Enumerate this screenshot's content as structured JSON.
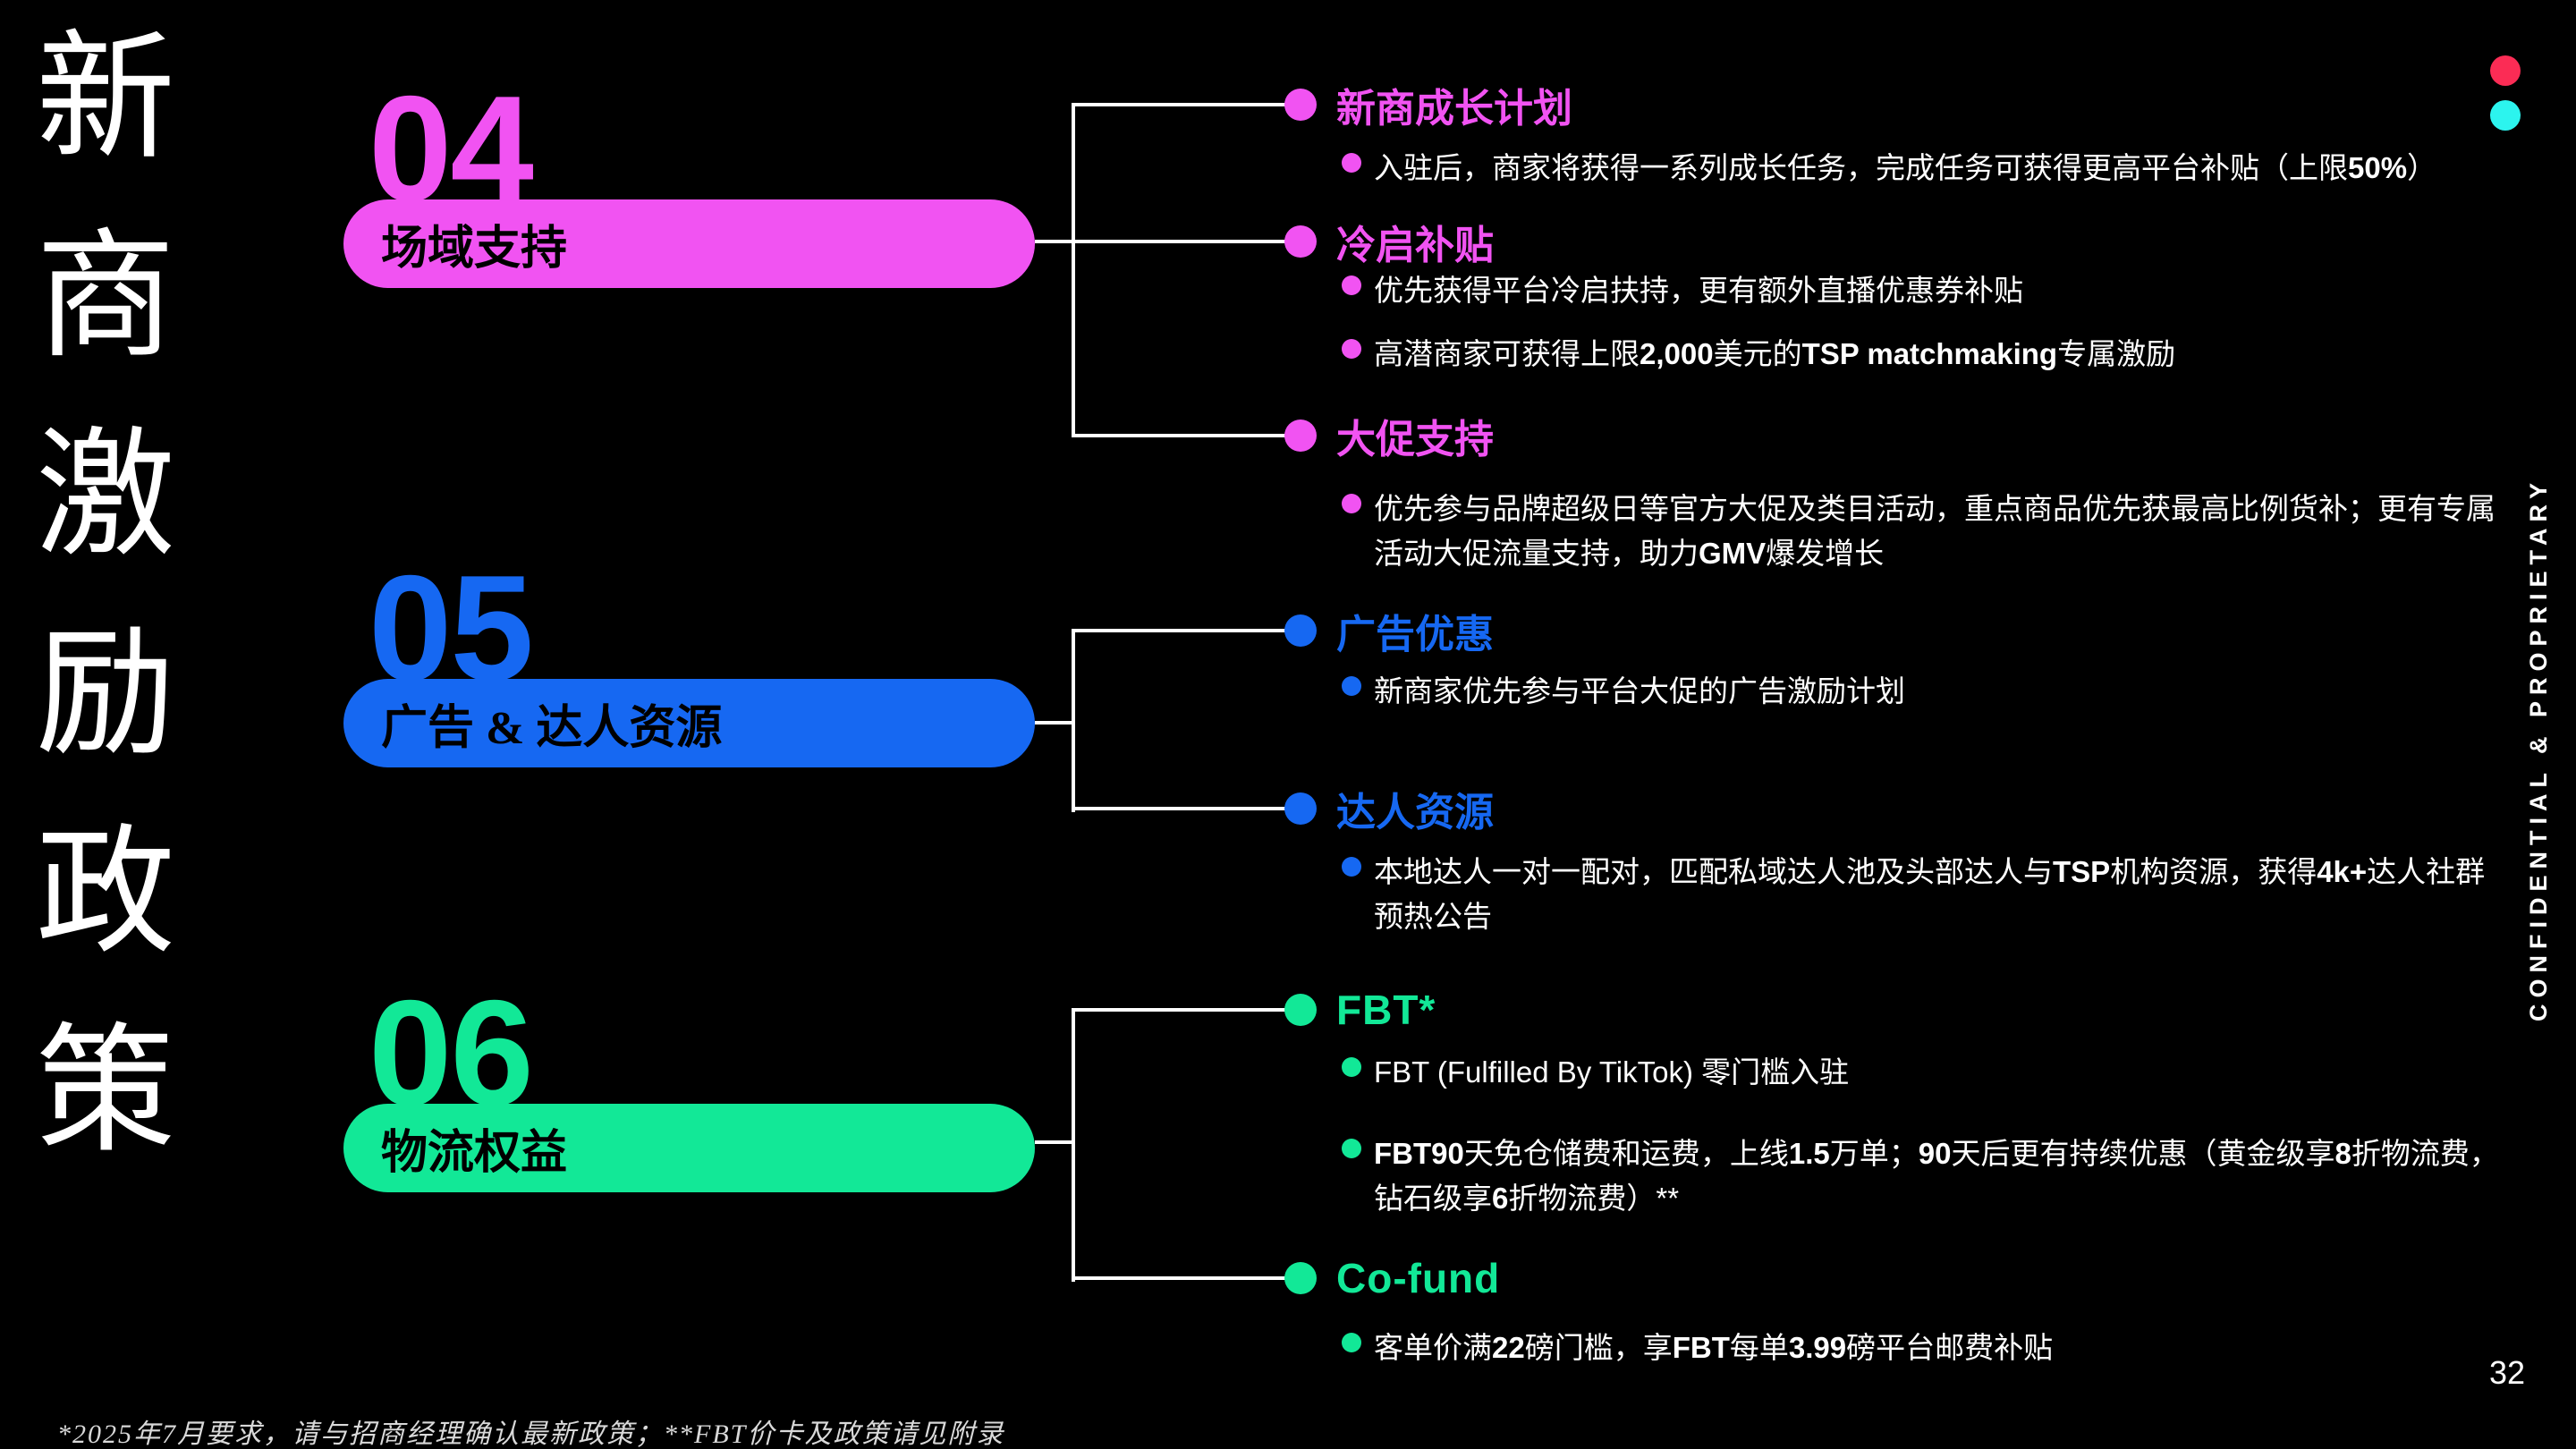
{
  "page": {
    "background": "#000000",
    "page_number": "32",
    "footnote": "*2025年7月要求，请与招商经理确认最新政策；**FBT价卡及政策请见附录",
    "confidential_text": "CONFIDENTIAL & PROPRIETARY"
  },
  "title": {
    "vertical_text": "新商激励政策",
    "chars": [
      "新",
      "商",
      "激",
      "励",
      "政",
      "策"
    ]
  },
  "brand_dots": {
    "red": "#FB2C55",
    "cyan": "#2CF4EE"
  },
  "colors": {
    "magenta": "#F153F2",
    "blue": "#1668F2",
    "green": "#12E897",
    "connector": "#FFFFFF",
    "body_text": "#FFFFFF"
  },
  "sections": [
    {
      "number": "04",
      "label": "场域支持",
      "color": "#F153F2",
      "topics": [
        {
          "heading": "新商成长计划",
          "bullets": [
            [
              {
                "t": "入驻后，商家将获得一系列成长任务，完成任务可获得更高平台补贴（上限",
                "b": false
              },
              {
                "t": "50%",
                "b": true
              },
              {
                "t": "）",
                "b": false
              }
            ]
          ]
        },
        {
          "heading": "冷启补贴",
          "bullets": [
            [
              {
                "t": "优先获得平台冷启扶持，更有额外直播优惠券补贴",
                "b": false
              }
            ],
            [
              {
                "t": "高潜商家可获得上限",
                "b": false
              },
              {
                "t": "2,000",
                "b": true
              },
              {
                "t": "美元的",
                "b": false
              },
              {
                "t": "TSP matchmaking",
                "b": true
              },
              {
                "t": "专属激励",
                "b": false
              }
            ]
          ]
        },
        {
          "heading": "大促支持",
          "bullets": [
            [
              {
                "t": "优先参与品牌超级日等官方大促及类目活动，重点商品优先获最高比例货补；更有专属活动大促流量支持，助力",
                "b": false
              },
              {
                "t": "GMV",
                "b": true
              },
              {
                "t": "爆发增长",
                "b": false
              }
            ]
          ]
        }
      ]
    },
    {
      "number": "05",
      "label": "广告 & 达人资源",
      "color": "#1668F2",
      "topics": [
        {
          "heading": "广告优惠",
          "bullets": [
            [
              {
                "t": "新商家优先参与平台大促的广告激励计划",
                "b": false
              }
            ]
          ]
        },
        {
          "heading": "达人资源",
          "bullets": [
            [
              {
                "t": "本地达人一对一配对，匹配私域达人池及头部达人与",
                "b": false
              },
              {
                "t": "TSP",
                "b": true
              },
              {
                "t": "机构资源，获得",
                "b": false
              },
              {
                "t": "4k+",
                "b": true
              },
              {
                "t": "达人社群预热公告",
                "b": false
              }
            ]
          ]
        }
      ]
    },
    {
      "number": "06",
      "label": "物流权益",
      "color": "#12E897",
      "topics": [
        {
          "heading": "FBT*",
          "bullets": [
            [
              {
                "t": "FBT (Fulfilled By TikTok) 零门槛入驻",
                "b": false
              }
            ],
            [
              {
                "t": "FBT",
                "b": true
              },
              {
                "t": "90",
                "b": true
              },
              {
                "t": "天免仓储费和运费，上线",
                "b": false
              },
              {
                "t": "1.5",
                "b": true
              },
              {
                "t": "万单；",
                "b": false
              },
              {
                "t": "90",
                "b": true
              },
              {
                "t": "天后更有持续优惠（黄金级享",
                "b": false
              },
              {
                "t": "8",
                "b": true
              },
              {
                "t": "折物流费，钻石级享",
                "b": false
              },
              {
                "t": "6",
                "b": true
              },
              {
                "t": "折物流费）**",
                "b": false
              }
            ]
          ]
        },
        {
          "heading": "Co-fund",
          "bullets": [
            [
              {
                "t": "客单价满",
                "b": false
              },
              {
                "t": "22",
                "b": true
              },
              {
                "t": "磅门槛，享",
                "b": false
              },
              {
                "t": "FBT",
                "b": true
              },
              {
                "t": "每单",
                "b": false
              },
              {
                "t": "3.99",
                "b": true
              },
              {
                "t": "磅平台邮费补贴",
                "b": false
              }
            ]
          ]
        }
      ]
    }
  ]
}
